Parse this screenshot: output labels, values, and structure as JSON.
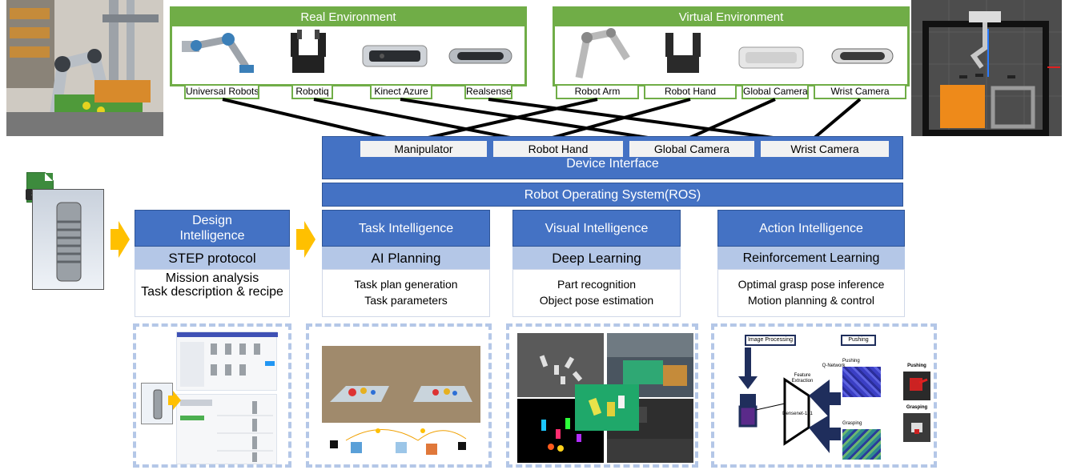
{
  "real_env": {
    "title": "Real Environment",
    "devices": [
      "Universal Robots",
      "Robotiq",
      "Kinect Azure",
      "Realsense"
    ]
  },
  "virtual_env": {
    "title": "Virtual Environment",
    "devices": [
      "Robot Arm",
      "Robot Hand",
      "Global Camera",
      "Wrist Camera"
    ]
  },
  "device_interface": {
    "title": "Device Interface",
    "items": [
      "Manipulator",
      "Robot Hand",
      "Global Camera",
      "Wrist Camera"
    ]
  },
  "ros": "Robot Operating System(ROS)",
  "stp_icon": "STP",
  "design": {
    "title": "Design Intelligence",
    "method": "STEP protocol",
    "lines": [
      "Mission analysis",
      "Task description & recipe"
    ]
  },
  "task": {
    "title": "Task Intelligence",
    "method": "AI Planning",
    "lines": [
      "Task plan generation",
      "Task parameters"
    ]
  },
  "visual": {
    "title": "Visual Intelligence",
    "method": "Deep Learning",
    "lines": [
      "Part recognition",
      "Object pose estimation"
    ]
  },
  "action": {
    "title": "Action Intelligence",
    "method": "Reinforcement Learning",
    "lines": [
      "Optimal grasp pose inference",
      "Motion planning & control"
    ]
  },
  "action_fig": {
    "image_processing": "Image Processing",
    "pushing_top": "Pushing",
    "feature_extraction": "Feature Extraction",
    "q_network": "Q-Network",
    "densenet": "Densenet-121",
    "pushing": "Pushing",
    "grasping": "Grasping",
    "pushing_right": "Pushing",
    "grasping_right": "Grasping"
  },
  "colors": {
    "green": "#70ad47",
    "blue": "#4472c4",
    "light_blue": "#b4c7e7",
    "arrow": "#ffc000"
  }
}
